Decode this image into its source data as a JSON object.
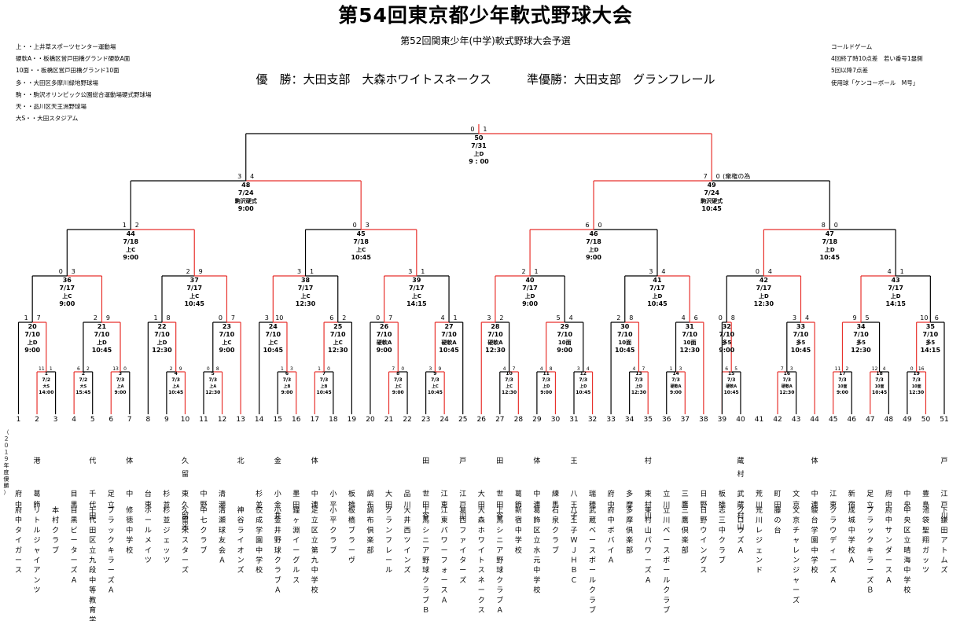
{
  "header": {
    "title": "第54回東京都少年軟式野球大会",
    "subtitle": "第52回関東少年(中学)軟式野球大会予選",
    "winners": "優　勝：大田支部　大森ホワイトスネークス　　　準優勝：大田支部　グランフレール"
  },
  "venues": [
    "上・・上井草スポーツセンター運動場",
    "硬軟A・・板橋区営戸田橋グランド硬軟A面",
    "10面・・板橋区営戸田橋グランド10面",
    "多・・大田区多摩川緑地野球場",
    "駒・・駒沢オリンピック公園総合運動場硬式野球場",
    "天・・品川区天王洲野球場",
    "大S・・大田スタジアム"
  ],
  "rules": [
    "コールドゲーム",
    "4回終了時10点差　若い番号1塁側",
    "5回以降7点差",
    "使用球「ケンコーボール　M号」"
  ],
  "side_note": "（２０１９年度優勝）",
  "legend_colors": {
    "winner_path": "#e8322d",
    "line": "#000000"
  },
  "teams": [
    {
      "n": "1",
      "district": "",
      "short": "府中",
      "name": "府中タイガース",
      "note": ""
    },
    {
      "n": "2",
      "district": "港",
      "short": "葛飾",
      "name": "リトルジャイアンツ",
      "note": ""
    },
    {
      "n": "3",
      "district": "",
      "short": "",
      "name": "本村クラブ",
      "note": ""
    },
    {
      "n": "4",
      "district": "",
      "short": "目黒",
      "name": "目黒ビーターズＡ",
      "note": ""
    },
    {
      "n": "5",
      "district": "代",
      "short": "千代田",
      "name": "千代田区立九段中等教育学校",
      "note": ""
    },
    {
      "n": "6",
      "district": "",
      "short": "足立",
      "name": "ブラックキラーズＡ",
      "note": ""
    },
    {
      "n": "7",
      "district": "体",
      "short": "中",
      "name": "修徳中学校",
      "note": ""
    },
    {
      "n": "8",
      "district": "",
      "short": "台東",
      "name": "ボールメイツ",
      "note": ""
    },
    {
      "n": "9",
      "district": "",
      "short": "杉並",
      "name": "杉並ジェッツ",
      "note": ""
    },
    {
      "n": "10",
      "district": "久留",
      "short": "東久留米",
      "name": "久留米スターズ",
      "note": ""
    },
    {
      "n": "11",
      "district": "",
      "short": "中野",
      "name": "中七クラブ",
      "note": ""
    },
    {
      "n": "12",
      "district": "",
      "short": "清瀬",
      "name": "清瀬球友会Ａ",
      "note": ""
    },
    {
      "n": "13",
      "district": "北",
      "short": "",
      "name": "神谷ライオンズ",
      "note": ""
    },
    {
      "n": "14",
      "district": "",
      "short": "杉並",
      "name": "佼成学園中学校",
      "note": ""
    },
    {
      "n": "15",
      "district": "金",
      "short": "小金井",
      "name": "小金井野球クラブＡ",
      "note": ""
    },
    {
      "n": "16",
      "district": "",
      "short": "墨田",
      "name": "鐘ヶ淵イーグルス",
      "note": ""
    },
    {
      "n": "17",
      "district": "体",
      "short": "中連",
      "name": "足立区立第九中学校",
      "note": ""
    },
    {
      "n": "18",
      "district": "",
      "short": "小平",
      "name": "小平クラブ",
      "note": ""
    },
    {
      "n": "19",
      "district": "",
      "short": "板橋",
      "name": "板橋ブラーヴ",
      "note": ""
    },
    {
      "n": "20",
      "district": "",
      "short": "調布",
      "name": "調布倶楽部",
      "note": ""
    },
    {
      "n": "21",
      "district": "",
      "short": "大田",
      "name": "グランフレール",
      "note": ""
    },
    {
      "n": "22",
      "district": "",
      "short": "品川",
      "name": "大井西ツインズ",
      "note": ""
    },
    {
      "n": "23",
      "district": "田",
      "short": "世田谷",
      "name": "上馬シニア野球クラブＢ",
      "note": ""
    },
    {
      "n": "24",
      "district": "",
      "short": "江東",
      "name": "江東パワーフォースＡ",
      "note": ""
    },
    {
      "n": "25",
      "district": "戸",
      "short": "江戸川",
      "name": "葛西ファイターズ",
      "note": ""
    },
    {
      "n": "26",
      "district": "",
      "short": "大田",
      "name": "大森ホワイトスネークス",
      "note": ""
    },
    {
      "n": "27",
      "district": "田",
      "short": "世田谷",
      "name": "上馬シニア野球クラブＡ",
      "note": ""
    },
    {
      "n": "28",
      "district": "",
      "short": "葛飾",
      "name": "新宿中学校",
      "note": ""
    },
    {
      "n": "29",
      "district": "体",
      "short": "中連",
      "name": "葛飾区立水元中学校",
      "note": ""
    },
    {
      "n": "30",
      "district": "",
      "short": "練馬",
      "name": "石泉クラブ",
      "note": ""
    },
    {
      "n": "31",
      "district": "王",
      "short": "八王子",
      "name": "八王子ＷＪＨＢＣ",
      "note": ""
    },
    {
      "n": "32",
      "district": "",
      "short": "瑞穂",
      "name": "武蔵ベースボールクラブ",
      "note": ""
    },
    {
      "n": "33",
      "district": "",
      "short": "府中",
      "name": "府中ボバイＡ",
      "note": ""
    },
    {
      "n": "34",
      "district": "",
      "short": "多摩",
      "name": "多摩倶楽部",
      "note": ""
    },
    {
      "n": "35",
      "district": "村",
      "short": "東村山",
      "name": "東村山パワーズＡ",
      "note": ""
    },
    {
      "n": "36",
      "district": "",
      "short": "立川",
      "name": "立川ベースボールクラブ",
      "note": ""
    },
    {
      "n": "37",
      "district": "",
      "short": "三鷹",
      "name": "三鷹倶楽部",
      "note": ""
    },
    {
      "n": "38",
      "district": "",
      "short": "日野",
      "name": "日野ウイングス",
      "note": ""
    },
    {
      "n": "39",
      "district": "",
      "short": "板橋",
      "name": "志三中クラブ",
      "note": ""
    },
    {
      "n": "40",
      "district": "蔵村",
      "short": "武蔵村山",
      "name": "クロウズＡ",
      "note": ""
    },
    {
      "n": "41",
      "district": "",
      "short": "荒川",
      "name": "荒川レジェンド",
      "note": ""
    },
    {
      "n": "42",
      "district": "",
      "short": "町田",
      "name": "藤の台",
      "note": ""
    },
    {
      "n": "43",
      "district": "",
      "short": "文京",
      "name": "文京チャレンジャーズ",
      "note": ""
    },
    {
      "n": "44",
      "district": "体",
      "short": "中連",
      "name": "駿台学園中学校",
      "note": ""
    },
    {
      "n": "45",
      "district": "",
      "short": "江東",
      "name": "クラウディーズＡ",
      "note": ""
    },
    {
      "n": "46",
      "district": "",
      "short": "新宿",
      "name": "成城中学校Ａ",
      "note": ""
    },
    {
      "n": "47",
      "district": "",
      "short": "足立",
      "name": "ブラックキラーズＢ",
      "note": ""
    },
    {
      "n": "48",
      "district": "",
      "short": "府中",
      "name": "府中サンダースＡ",
      "note": ""
    },
    {
      "n": "49",
      "district": "",
      "short": "中央",
      "name": "中央区立晴海中学校",
      "note": ""
    },
    {
      "n": "50",
      "district": "",
      "short": "豊島",
      "name": "池袋聖翔ガッツ",
      "note": ""
    },
    {
      "n": "51",
      "district": "戸",
      "short": "江戸川",
      "name": "下鎌田アトムズ",
      "note": ""
    }
  ],
  "games": {
    "1": {
      "d": "7/2",
      "v": "大S",
      "t": "14:00",
      "s": [
        11,
        1
      ]
    },
    "2": {
      "d": "7/2",
      "v": "大S",
      "t": "15:45",
      "s": [
        6,
        2
      ]
    },
    "3": {
      "d": "7/3",
      "v": "上A",
      "t": "9:00",
      "s": [
        13,
        0
      ]
    },
    "4": {
      "d": "7/3",
      "v": "上A",
      "t": "10:45",
      "s": [
        2,
        9
      ]
    },
    "5": {
      "d": "7/3",
      "v": "上A",
      "t": "12:30",
      "s": [
        0,
        8
      ]
    },
    "6": {
      "d": "7/3",
      "v": "上B",
      "t": "9:00",
      "s": [
        1,
        3
      ]
    },
    "7": {
      "d": "7/3",
      "v": "上B",
      "t": "10:45",
      "s": [
        1,
        0
      ]
    },
    "8": {
      "d": "7/3",
      "v": "上C",
      "t": "9:00",
      "s": [
        7,
        0
      ]
    },
    "9": {
      "d": "7/3",
      "v": "上C",
      "t": "10:45",
      "s": [
        3,
        9
      ]
    },
    "10": {
      "d": "7/3",
      "v": "上C",
      "t": "12:30",
      "s": [
        4,
        7
      ]
    },
    "11": {
      "d": "7/3",
      "v": "上D",
      "t": "9:00",
      "s": [
        4,
        8
      ]
    },
    "12": {
      "d": "7/3",
      "v": "上D",
      "t": "10:45",
      "s": [
        3,
        4
      ]
    },
    "13": {
      "d": "7/3",
      "v": "上D",
      "t": "12:30",
      "s": [
        4,
        7
      ]
    },
    "14": {
      "d": "7/3",
      "v": "硬軟A",
      "t": "9:00",
      "s": [
        1,
        3
      ]
    },
    "15": {
      "d": "7/3",
      "v": "硬軟A",
      "t": "10:45",
      "s": [
        6,
        5
      ]
    },
    "16": {
      "d": "7/3",
      "v": "硬軟A",
      "t": "12:30",
      "s": [
        7,
        3
      ]
    },
    "17": {
      "d": "7/3",
      "v": "10面",
      "t": "9:00",
      "s": [
        11,
        2
      ]
    },
    "18": {
      "d": "7/3",
      "v": "10面",
      "t": "10:45",
      "s": [
        12,
        4
      ]
    },
    "19": {
      "d": "7/3",
      "v": "10面",
      "t": "12:30",
      "s": [
        0,
        16
      ]
    },
    "20": {
      "d": "7/10",
      "v": "上D",
      "t": "9:00",
      "s": [
        1,
        7
      ]
    },
    "21": {
      "d": "7/10",
      "v": "上D",
      "t": "10:45",
      "s": [
        2,
        9
      ]
    },
    "22": {
      "d": "7/10",
      "v": "上D",
      "t": "12:30",
      "s": [
        1,
        8
      ]
    },
    "23": {
      "d": "7/10",
      "v": "上C",
      "t": "9:00",
      "s": [
        0,
        7
      ]
    },
    "24": {
      "d": "7/10",
      "v": "上C",
      "t": "10:45",
      "s": [
        3,
        10
      ]
    },
    "25": {
      "d": "7/10",
      "v": "上C",
      "t": "12:30",
      "s": [
        6,
        2
      ]
    },
    "26": {
      "d": "7/10",
      "v": "硬軟A",
      "t": "9:00",
      "s": [
        0,
        7
      ]
    },
    "27": {
      "d": "7/10",
      "v": "硬軟A",
      "t": "10:45",
      "s": [
        4,
        1
      ]
    },
    "28": {
      "d": "7/10",
      "v": "硬軟A",
      "t": "12:30",
      "s": [
        3,
        2
      ]
    },
    "29": {
      "d": "7/10",
      "v": "10面",
      "t": "9:00",
      "s": [
        5,
        4
      ]
    },
    "30": {
      "d": "7/10",
      "v": "10面",
      "t": "10:45",
      "s": [
        2,
        8
      ]
    },
    "31": {
      "d": "7/10",
      "v": "10面",
      "t": "12:30",
      "s": [
        4,
        6
      ]
    },
    "32": {
      "d": "7/10",
      "v": "多5",
      "t": "9:00",
      "s": [
        0,
        8
      ]
    },
    "33": {
      "d": "7/10",
      "v": "多5",
      "t": "10:45",
      "s": [
        3,
        4
      ]
    },
    "34": {
      "d": "7/10",
      "v": "多5",
      "t": "12:30",
      "s": [
        9,
        5
      ]
    },
    "35": {
      "d": "7/10",
      "v": "多5",
      "t": "14:15",
      "s": [
        10,
        6
      ]
    },
    "36": {
      "d": "7/17",
      "v": "上C",
      "t": "9:00",
      "s": [
        0,
        3
      ]
    },
    "37": {
      "d": "7/17",
      "v": "上C",
      "t": "10:45",
      "s": [
        2,
        9
      ]
    },
    "38": {
      "d": "7/17",
      "v": "上C",
      "t": "12:30",
      "s": [
        3,
        1
      ]
    },
    "39": {
      "d": "7/17",
      "v": "上C",
      "t": "14:15",
      "s": [
        3,
        1
      ]
    },
    "40": {
      "d": "7/17",
      "v": "上D",
      "t": "9:00",
      "s": [
        2,
        1
      ]
    },
    "41": {
      "d": "7/17",
      "v": "上D",
      "t": "10:45",
      "s": [
        3,
        4
      ]
    },
    "42": {
      "d": "7/17",
      "v": "上D",
      "t": "12:30",
      "s": [
        0,
        4
      ]
    },
    "43": {
      "d": "7/17",
      "v": "上D",
      "t": "14:15",
      "s": [
        4,
        1
      ]
    },
    "44": {
      "d": "7/18",
      "v": "上C",
      "t": "9:00",
      "s": [
        1,
        2
      ]
    },
    "45": {
      "d": "7/18",
      "v": "上C",
      "t": "10:45",
      "s": [
        0,
        3
      ]
    },
    "46": {
      "d": "7/18",
      "v": "上D",
      "t": "9:00",
      "s": [
        6,
        0
      ]
    },
    "47": {
      "d": "7/18",
      "v": "上D",
      "t": "10:45",
      "s": [
        8,
        0
      ]
    },
    "48": {
      "d": "7/24",
      "v": "駒沢硬式",
      "t": "9:00",
      "s": [
        3,
        4
      ]
    },
    "49": {
      "d": "7/24",
      "v": "駒沢硬式",
      "t": "10:45",
      "s": [
        7,
        0
      ],
      "note": "(棄権の為"
    },
    "50": {
      "d": "7/31",
      "v": "上D",
      "t": "9 : 00",
      "s": [
        0,
        1
      ]
    }
  }
}
